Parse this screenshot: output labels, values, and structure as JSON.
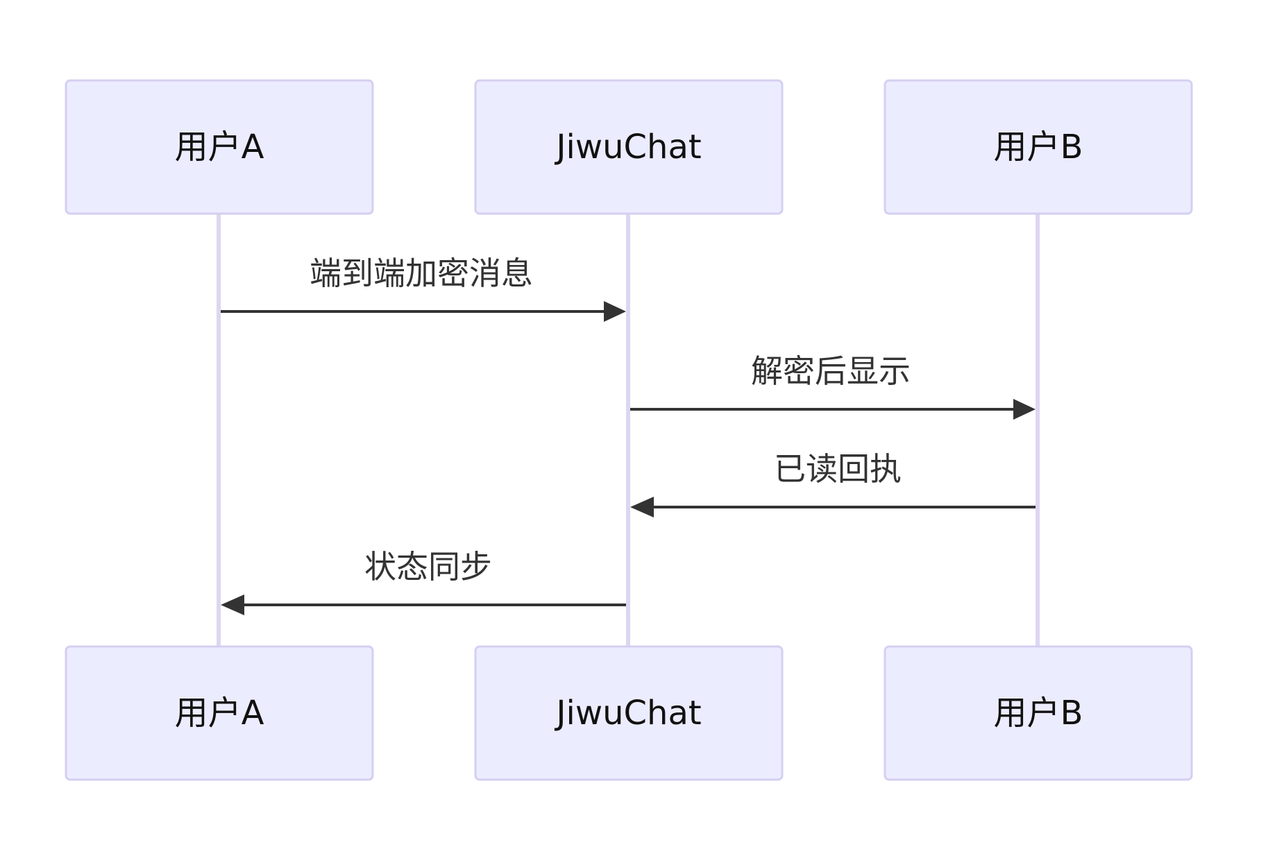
{
  "diagram": {
    "type": "sequence",
    "participants": [
      {
        "id": "A",
        "label": "用户A"
      },
      {
        "id": "S",
        "label": "JiwuChat"
      },
      {
        "id": "B",
        "label": "用户B"
      }
    ],
    "messages": [
      {
        "from": "A",
        "to": "S",
        "label": "端到端加密消息"
      },
      {
        "from": "S",
        "to": "B",
        "label": "解密后显示"
      },
      {
        "from": "B",
        "to": "S",
        "label": "已读回执"
      },
      {
        "from": "S",
        "to": "A",
        "label": "状态同步"
      }
    ],
    "colors": {
      "actor_fill": "#ececff",
      "actor_stroke": "#d5cff2",
      "lifeline": "#ddd6f2",
      "message": "#333333"
    }
  }
}
